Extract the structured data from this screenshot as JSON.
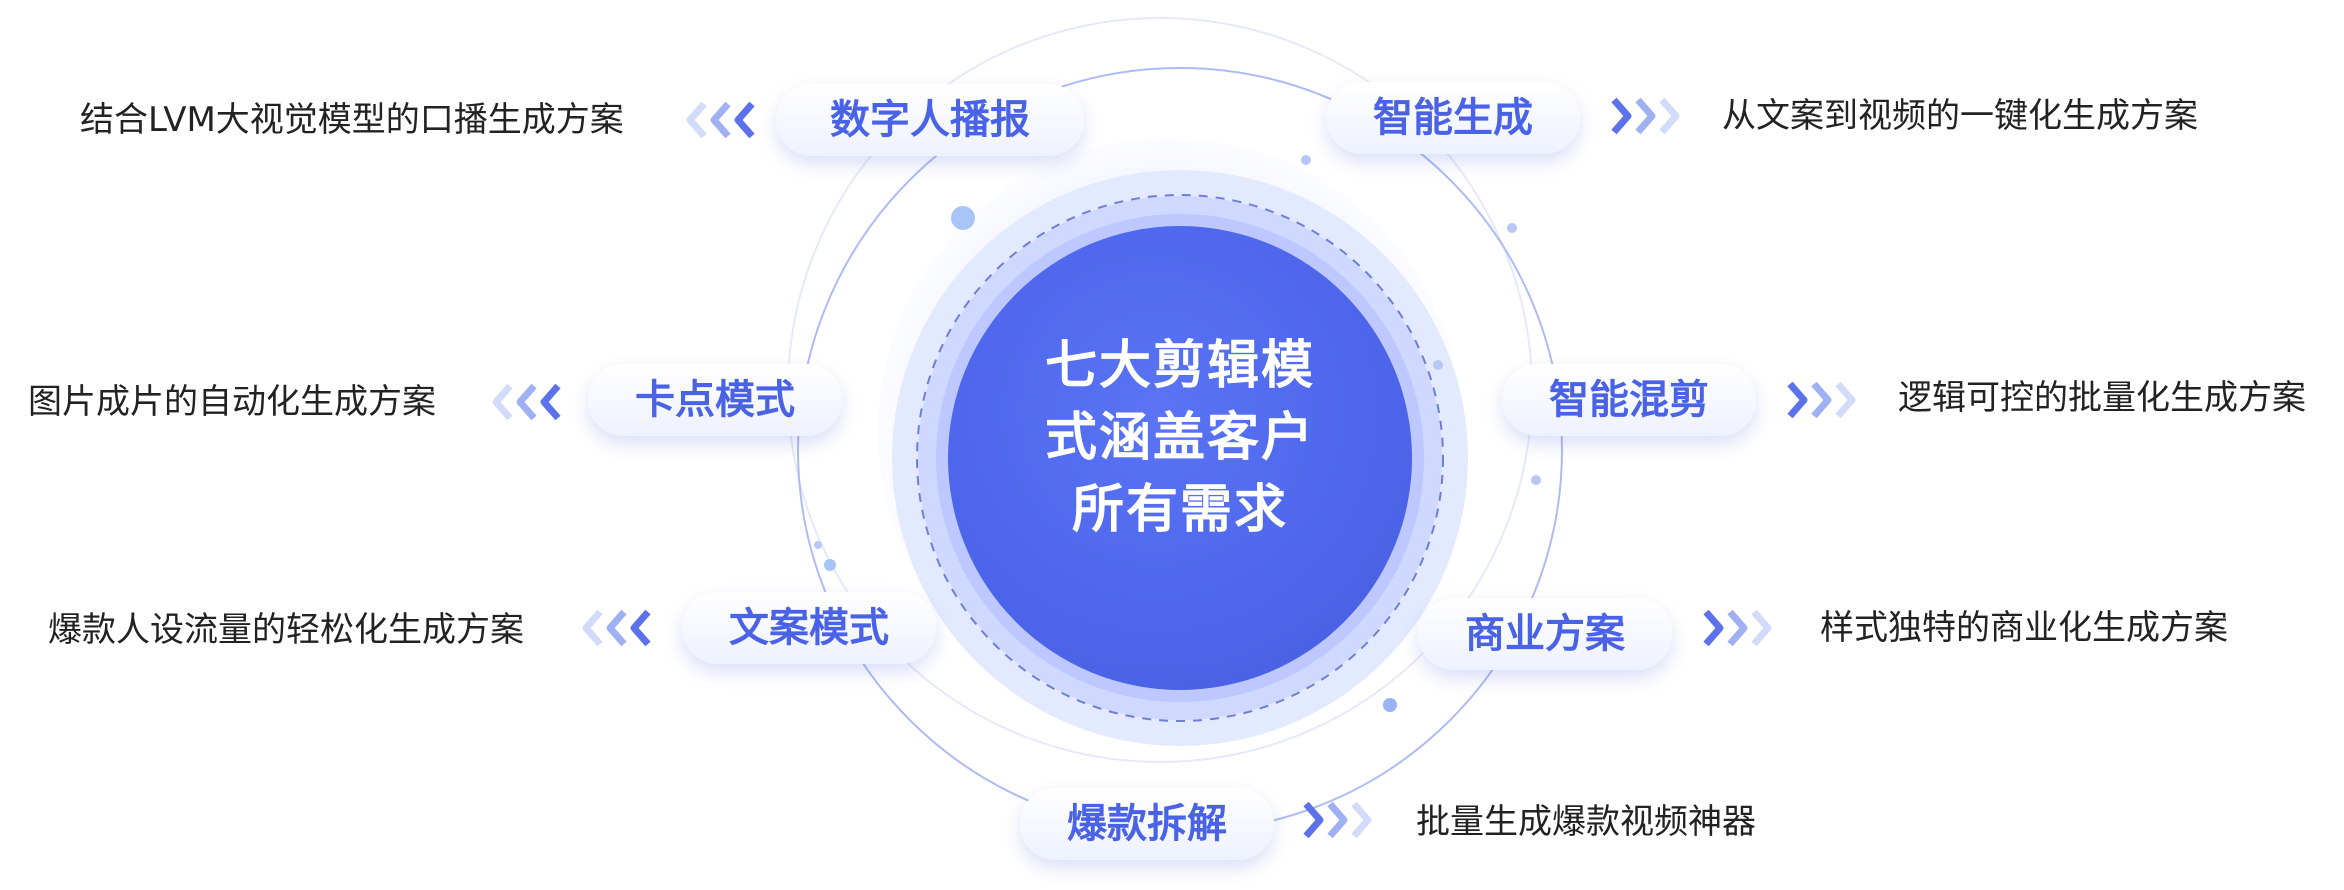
{
  "center": {
    "lines": [
      "七大剪辑模",
      "式涵盖客户",
      "所有需求"
    ]
  },
  "modes": [
    {
      "label": "数字人播报",
      "description": "结合LVM大视觉模型的口播生成方案",
      "side": "left"
    },
    {
      "label": "智能生成",
      "description": "从文案到视频的一键化生成方案",
      "side": "right"
    },
    {
      "label": "卡点模式",
      "description": "图片成片的自动化生成方案",
      "side": "left"
    },
    {
      "label": "智能混剪",
      "description": "逻辑可控的批量化生成方案",
      "side": "right"
    },
    {
      "label": "文案模式",
      "description": "爆款人设流量的轻松化生成方案",
      "side": "left"
    },
    {
      "label": "商业方案",
      "description": "样式独特的商业化生成方案",
      "side": "right"
    },
    {
      "label": "爆款拆解",
      "description": "批量生成爆款视频神器",
      "side": "right"
    }
  ],
  "colors": {
    "accent": "#4a63e6",
    "center_fill": "#4f69ee",
    "ring_light": "#e3e9ff",
    "chevron": "#5b72ea"
  }
}
